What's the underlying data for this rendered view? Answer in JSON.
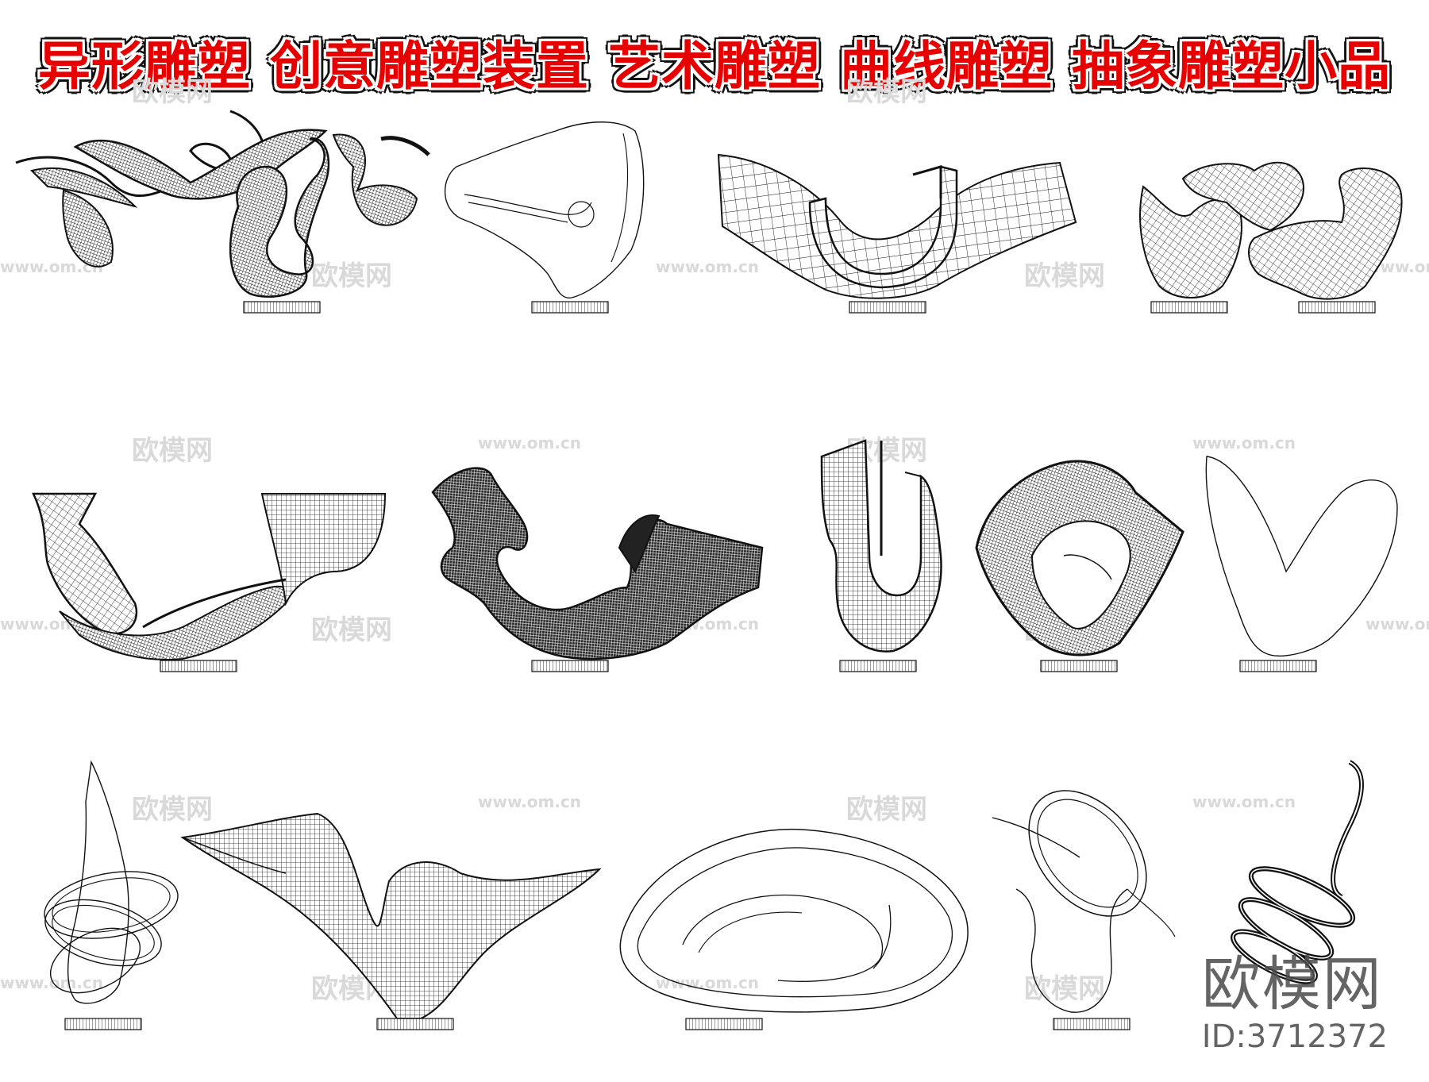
{
  "title": "异形雕塑 创意雕塑装置 艺术雕塑 曲线雕塑 抽象雕塑小品",
  "watermarks": {
    "site_name": "欧模网",
    "site_url": "www.om.cn"
  },
  "brand": {
    "name": "欧模网",
    "id_text": "ID:3712372"
  },
  "colors": {
    "title_red": "#e60000",
    "ink": "#111111",
    "watermark": "#d9d9d9"
  },
  "sculptures": [
    {
      "name": "ribbon-wave-sculpture",
      "style": "dense-mesh"
    },
    {
      "name": "curved-slab-sculpture",
      "style": "outline"
    },
    {
      "name": "u-curve-band-sculpture",
      "style": "grid-mesh"
    },
    {
      "name": "twin-blob-sculpture",
      "style": "mesh"
    },
    {
      "name": "twisted-ribbon-cup-sculpture",
      "style": "mesh"
    },
    {
      "name": "organic-branch-sculpture",
      "style": "dense-mesh"
    },
    {
      "name": "vertical-u-sculpture",
      "style": "mesh"
    },
    {
      "name": "loop-ring-sculpture",
      "style": "dense-mesh"
    },
    {
      "name": "v-blob-outline-sculpture",
      "style": "outline"
    },
    {
      "name": "spiral-rings-sculpture",
      "style": "outline"
    },
    {
      "name": "wing-valley-sculpture",
      "style": "grid-mesh"
    },
    {
      "name": "ellipse-loop-sculpture",
      "style": "outline"
    },
    {
      "name": "ring-cup-sculpture",
      "style": "outline"
    },
    {
      "name": "coil-spring-sculpture",
      "style": "dense-mesh"
    }
  ]
}
